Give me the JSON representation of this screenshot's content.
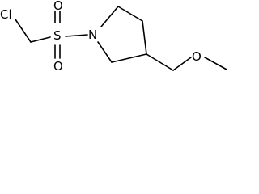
{
  "molecule": {
    "atoms": {
      "chlorine": "Cl",
      "sulfur": "S",
      "sulfonyl_oxygen_top": "O",
      "sulfonyl_oxygen_bottom": "O",
      "nitrogen": "N",
      "ether_oxygen": "O"
    },
    "colors": {
      "bond": "#000000",
      "text": "#000000",
      "background": "#ffffff"
    }
  }
}
